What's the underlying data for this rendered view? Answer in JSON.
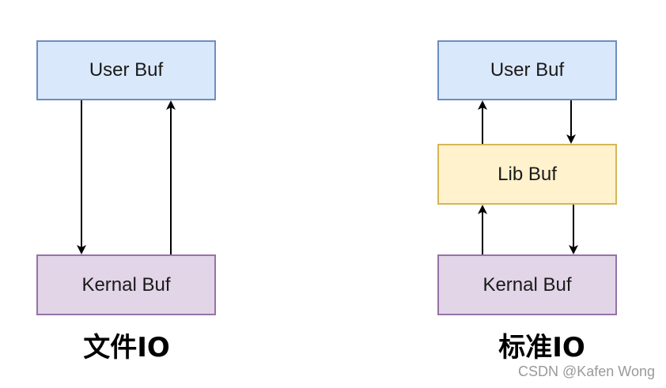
{
  "left_diagram": {
    "user_buf": "User Buf",
    "kernal_buf": "Kernal Buf",
    "caption": "文件IO"
  },
  "right_diagram": {
    "user_buf": "User Buf",
    "lib_buf": "Lib Buf",
    "kernal_buf": "Kernal Buf",
    "caption": "标准IO"
  },
  "watermark": "CSDN @Kafen Wong",
  "colors": {
    "user_buf_fill": "#dae8fc",
    "user_buf_border": "#6c8ebf",
    "lib_buf_fill": "#fff2cc",
    "lib_buf_border": "#d6b656",
    "kernal_buf_fill": "#e1d5e7",
    "kernal_buf_border": "#9673a6",
    "arrow": "#000000"
  }
}
